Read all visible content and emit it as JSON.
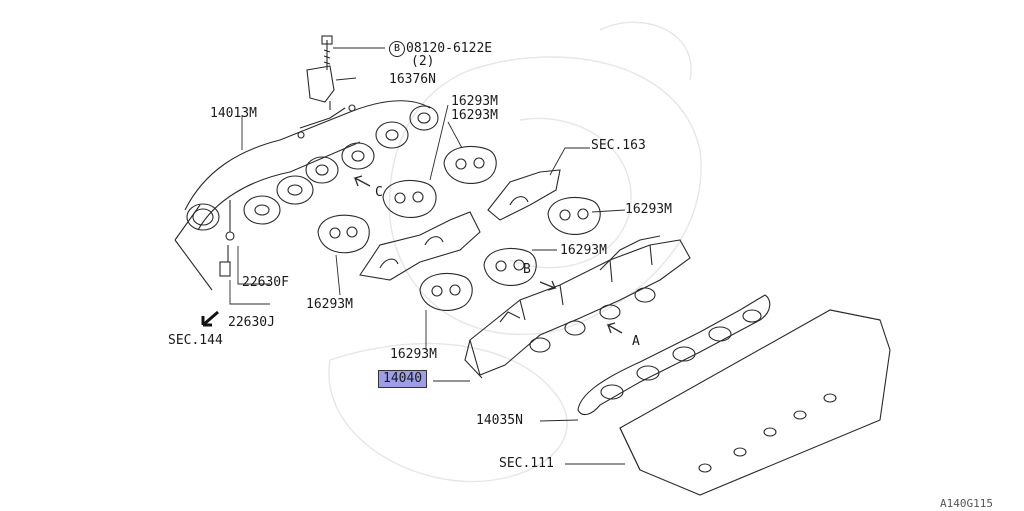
{
  "diagram": {
    "figure_code": "A140G115",
    "circled_marker": "B",
    "labels": {
      "bolt_part": "08120-6122E",
      "bolt_qty": "(2)",
      "bracket": "16376N",
      "exhaust_manifold": "14013M",
      "gasket_top_1": "16293M",
      "gasket_top_2": "16293M",
      "sec_163": "SEC.163",
      "view_c": "C",
      "gasket_right_1": "16293M",
      "gasket_right_2": "16293M",
      "view_b": "B",
      "gasket_left": "16293M",
      "sensor_f": "22630F",
      "sensor_j": "22630J",
      "sec_144": "SEC.144",
      "gasket_mid": "16293M",
      "view_a": "A",
      "intake_manifold": "14040",
      "intake_gasket": "14035N",
      "sec_111": "SEC.111"
    },
    "highlighted_part": "14040"
  }
}
